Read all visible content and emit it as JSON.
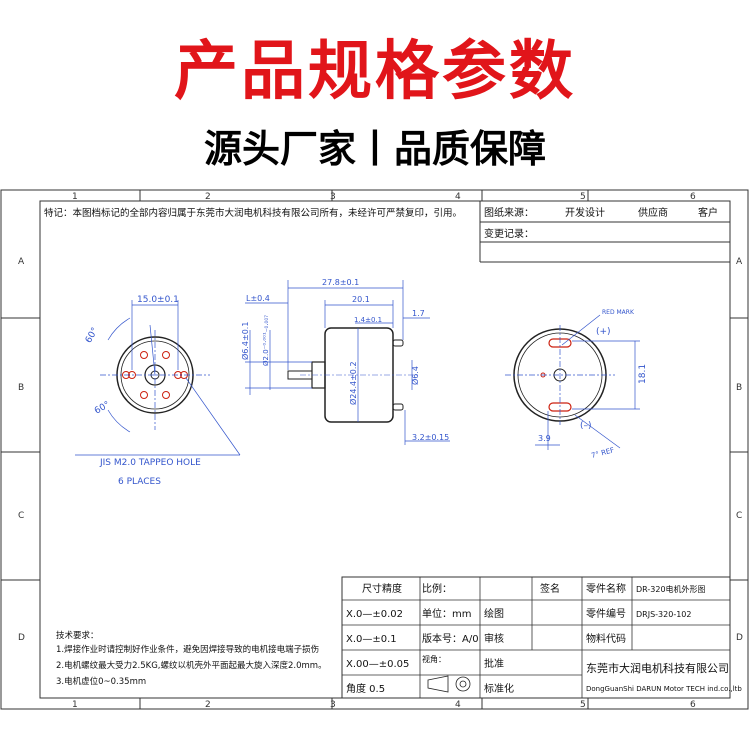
{
  "header": {
    "title": "产品规格参数",
    "subtitle": "源头厂家丨品质保障"
  },
  "grid": {
    "cols": [
      "1",
      "2",
      "3",
      "4",
      "5",
      "6"
    ],
    "rows": [
      "A",
      "B",
      "C",
      "D"
    ]
  },
  "note_top": "特记：本图档标记的全部内容归属于东莞市大润电机科技有限公司所有，未经许可严禁复印，引用。",
  "source": {
    "label": "图纸来源：",
    "opts": [
      "开发设计",
      "供应商",
      "客户"
    ]
  },
  "change_label": "变更记录：",
  "front": {
    "dim_top": "15.0±0.1",
    "angle1": "60°",
    "angle2": "60°",
    "hole_note": "JIS M2.0 TAPPEO HOLE",
    "places": "6 PLACES"
  },
  "side": {
    "d_total": "27.8±0.1",
    "d_l": "L±0.4",
    "d_body": "20.1",
    "d_14": "1.4±0.1",
    "d_17": "1.7",
    "d_shaft": "Ø2.0⁻⁰·⁰⁰¹₋₀.₀₀₇",
    "d_boss": "Ø6.4±0.1",
    "d_dia": "Ø24.4±0.2",
    "d_64": "Ø6.4",
    "d_32": "3.2±0.15"
  },
  "rear": {
    "red_mark": "RED MARK",
    "plus": "(+)",
    "minus": "(–)",
    "d_181": "18.1",
    "d_39": "3.9",
    "d_ref": "7° REF"
  },
  "tech": {
    "title": "技术要求：",
    "items": [
      "1.焊接作业时请控制好作业条件，避免因焊接导致的电机接电端子损伤",
      "2.电机螺纹最大受力2.5KG,螺纹以机壳外平面起最大旋入深度2.0mm。",
      "3.电机虚位0~0.35mm"
    ]
  },
  "title_block": {
    "tol_header": "尺寸精度",
    "tols": [
      "X.0—±0.02",
      "X.0—±0.1",
      "X.00—±0.05",
      "角度  0.5"
    ],
    "ratio": "比例：",
    "unit": "单位：mm",
    "version": "版本号：A/0",
    "view": "视角：",
    "draw": "绘图",
    "check": "审核",
    "approve": "批准",
    "standard": "标准化",
    "sign": "签名",
    "part_name_label": "零件名称",
    "part_name": "DR-320电机外形图",
    "part_no_label": "零件编号",
    "part_no": "DRJS-320-102",
    "material_label": "物料代码",
    "company": "东莞市大润电机科技有限公司",
    "company_en": "DongGuanShi DARUN Motor TECH ind.co.,ltb"
  }
}
